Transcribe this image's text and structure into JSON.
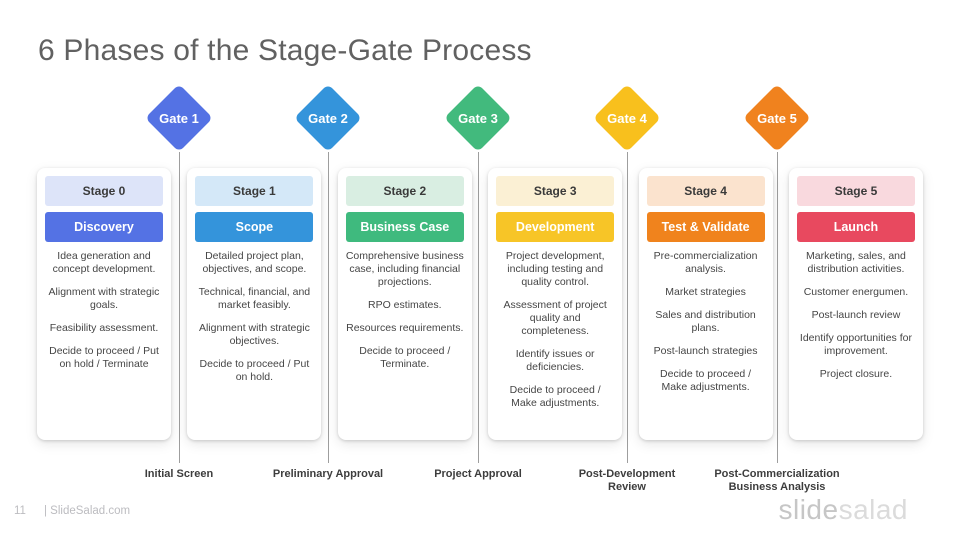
{
  "slide": {
    "title": "6 Phases of the Stage-Gate Process",
    "page_number": "11",
    "footer_brand": "| SlideSalad.com",
    "logo": {
      "part1": "slide",
      "part2": "salad"
    }
  },
  "gates": [
    {
      "label": "Gate 1",
      "color": "#5472E4",
      "approval": "Initial Screen"
    },
    {
      "label": "Gate 2",
      "color": "#3494DB",
      "approval": "Preliminary Approval"
    },
    {
      "label": "Gate 3",
      "color": "#42BA7D",
      "approval": "Project Approval"
    },
    {
      "label": "Gate 4",
      "color": "#F8C01D",
      "approval": "Post-Development Review"
    },
    {
      "label": "Gate 5",
      "color": "#F0821E",
      "approval": "Post-Commercialization Business Analysis"
    }
  ],
  "stages": [
    {
      "stage": "Stage 0",
      "name": "Discovery",
      "color": "#5472E4",
      "tint": "#DDE4F9",
      "points": [
        "Idea generation and concept development.",
        "Alignment with strategic goals.",
        "Feasibility assessment.",
        "Decide to proceed /  Put on hold / Terminate"
      ]
    },
    {
      "stage": "Stage 1",
      "name": "Scope",
      "color": "#3494DB",
      "tint": "#D4E8F8",
      "points": [
        "Detailed project plan, objectives, and scope.",
        "Technical, financial, and market feasibly.",
        "Alignment with strategic objectives.",
        "Decide to proceed /  Put on hold."
      ]
    },
    {
      "stage": "Stage 2",
      "name": "Business Case",
      "color": "#3FBA7E",
      "tint": "#D9EEE2",
      "points": [
        "Comprehensive business case, including financial projections.",
        "RPO estimates.",
        "Resources requirements.",
        "Decide to proceed / Terminate."
      ]
    },
    {
      "stage": "Stage 3",
      "name": "Development",
      "color": "#F7C527",
      "tint": "#FBF0D4",
      "points": [
        "Project development, including testing and quality control.",
        "Assessment of project quality and completeness.",
        "Identify issues or deficiencies.",
        "Decide to proceed / Make adjustments."
      ]
    },
    {
      "stage": "Stage 4",
      "name": "Test & Validate",
      "color": "#F0831D",
      "tint": "#FBE3CE",
      "points": [
        "Pre-commercialization analysis.",
        "Market strategies",
        "Sales and distribution plans.",
        "Post-launch strategies",
        "Decide to proceed / Make adjustments."
      ]
    },
    {
      "stage": "Stage 5",
      "name": "Launch",
      "color": "#E8495F",
      "tint": "#F9D9DE",
      "points": [
        "Marketing, sales, and distribution activities.",
        "Customer energumen.",
        "Post-launch review",
        "Identify opportunities for improvement.",
        "Project closure."
      ]
    }
  ]
}
